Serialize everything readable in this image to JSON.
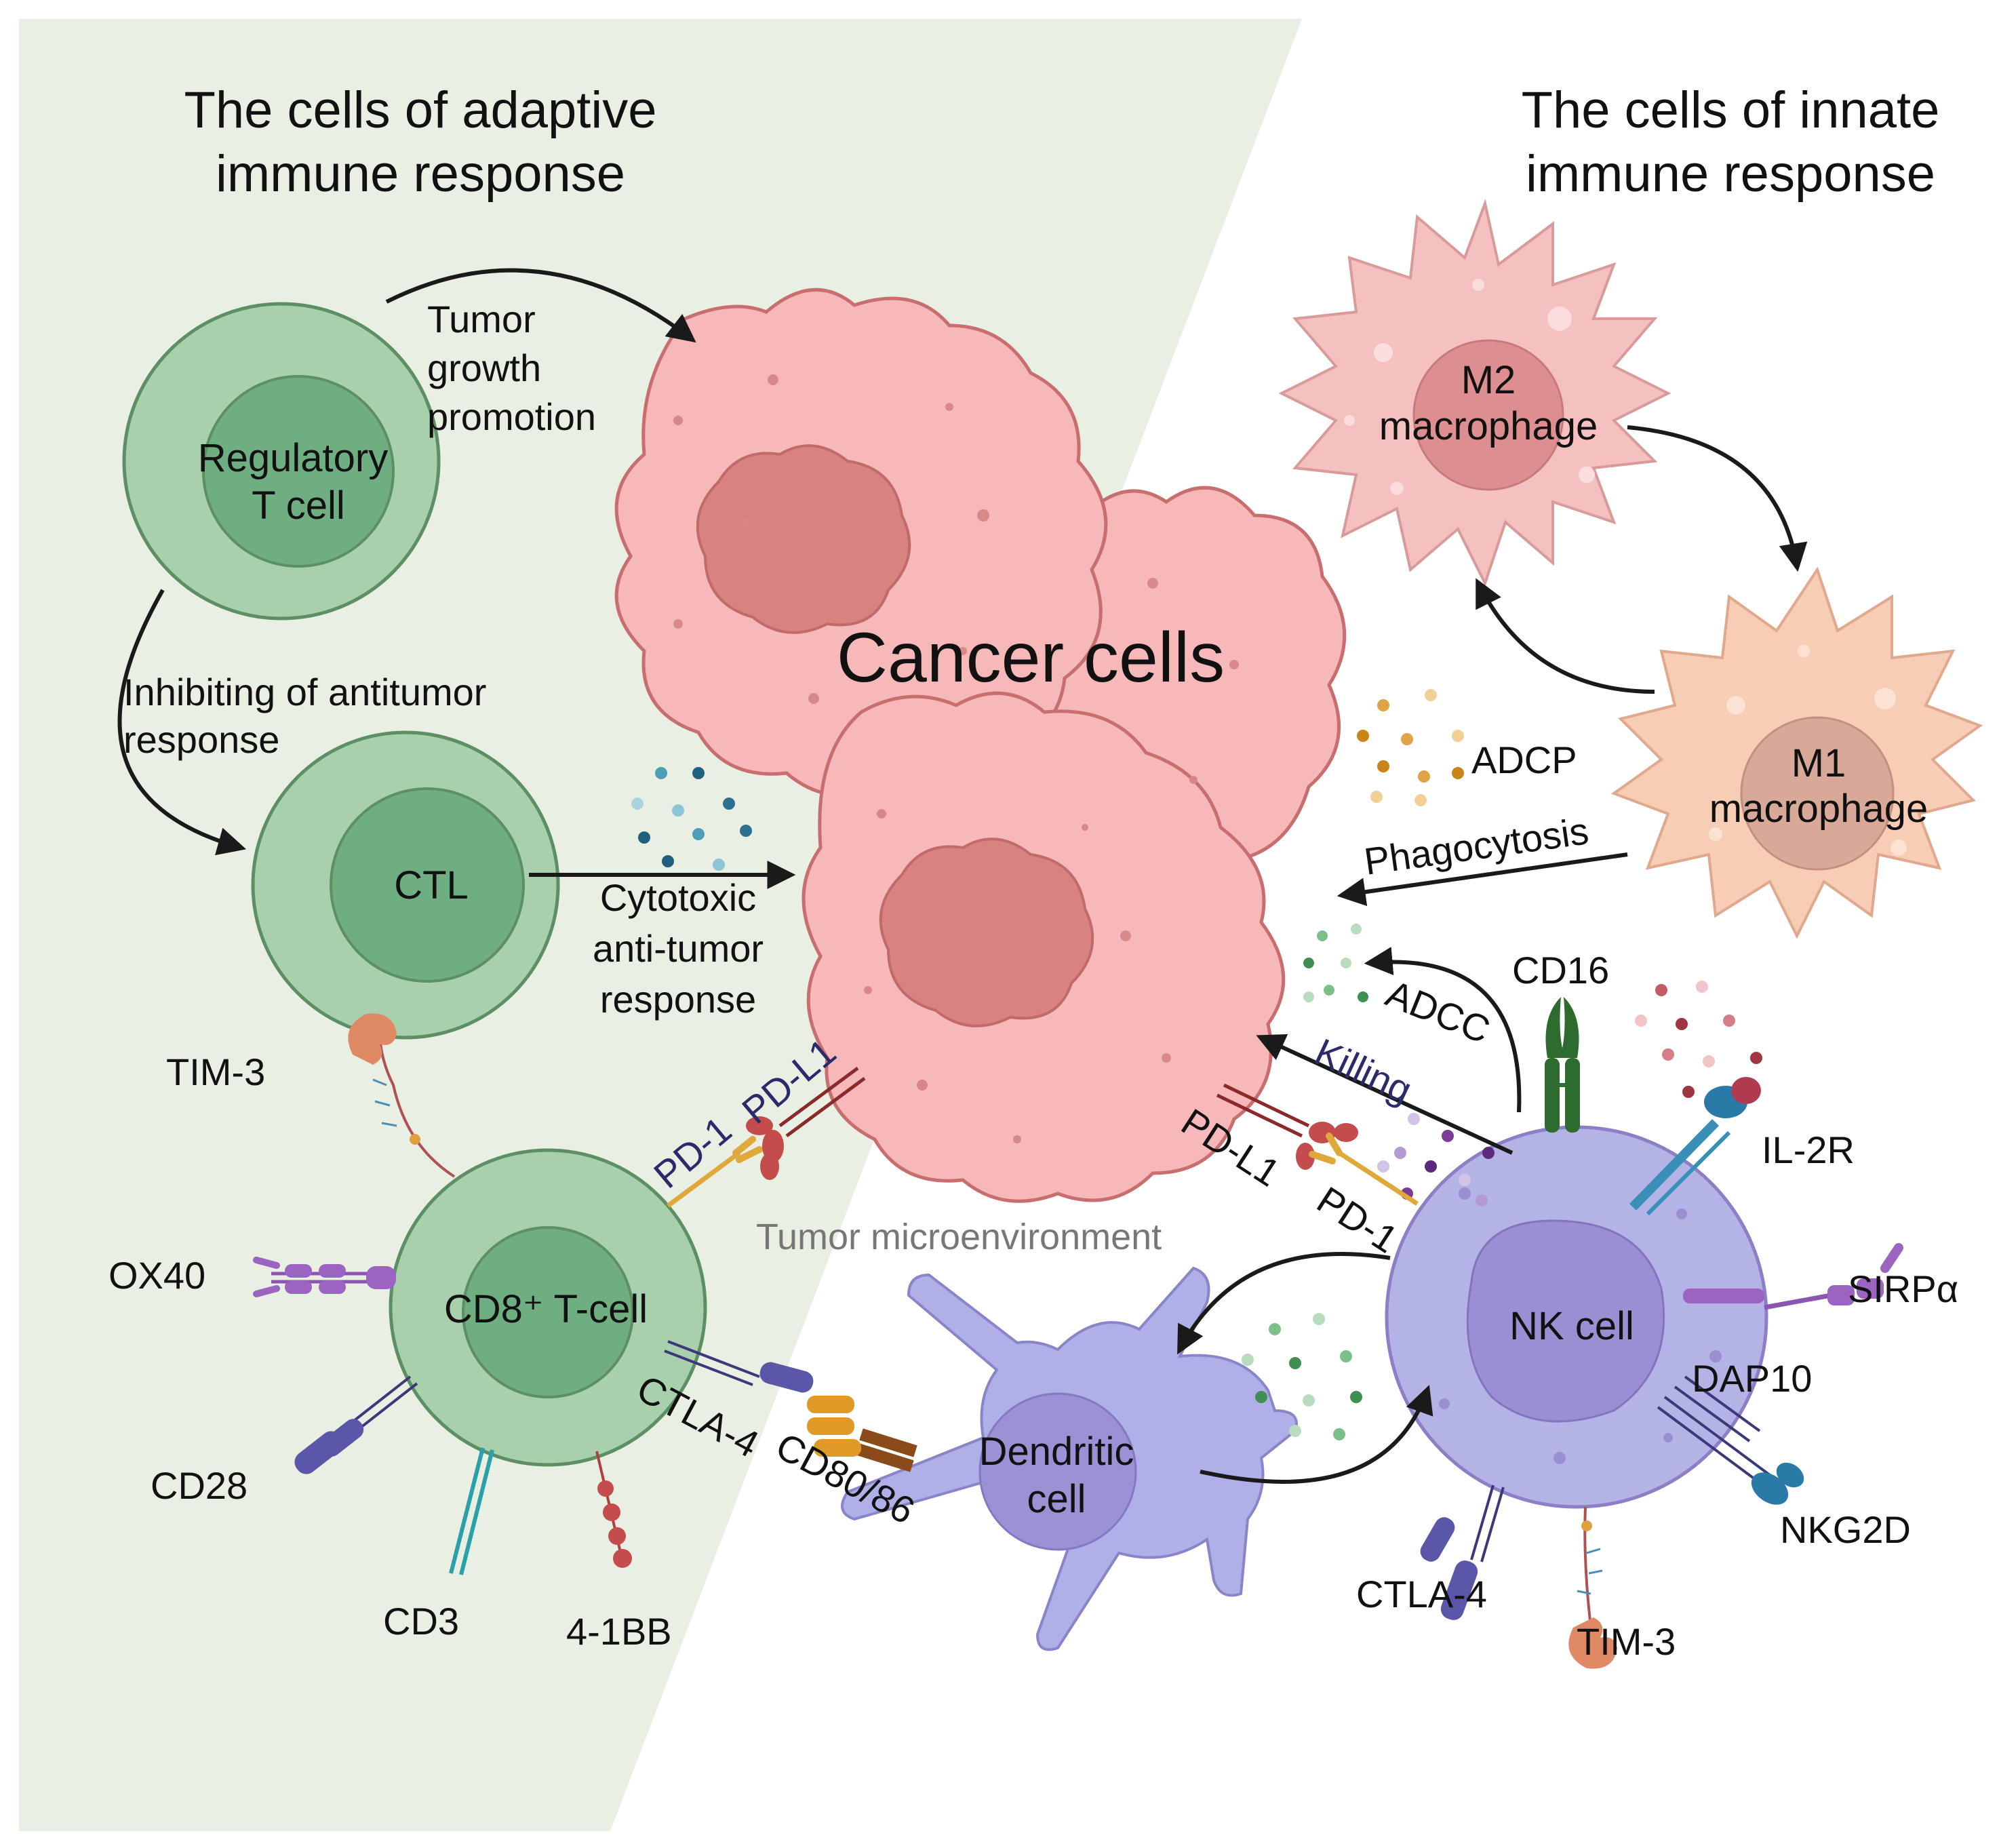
{
  "headings": {
    "adaptive": [
      "The cells of adaptive",
      "immune response"
    ],
    "innate": [
      "The cells of innate",
      "immune response"
    ]
  },
  "cells": {
    "treg": [
      "Regulatory",
      "T cell"
    ],
    "ctl": "CTL",
    "cd8": "CD8⁺ T-cell",
    "cancer": "Cancer cells",
    "m2": [
      "M2",
      "macrophage"
    ],
    "m1": [
      "M1",
      "macrophage"
    ],
    "nk": "NK cell",
    "dendritic": [
      "Dendritic",
      "cell"
    ]
  },
  "processes": {
    "tumor_growth": [
      "Tumor",
      "growth",
      "promotion"
    ],
    "inhibiting": [
      "Inhibiting of antitumor",
      "response"
    ],
    "cytotoxic": [
      "Cytotoxic",
      "anti-tumor",
      "response"
    ],
    "adcp": "ADCP",
    "phagocytosis": "Phagocytosis",
    "adcc": "ADCC",
    "killing": "Killing",
    "tme": "Tumor microenvironment"
  },
  "receptors": {
    "tim3_left": "TIM-3",
    "ox40": "OX40",
    "cd28": "CD28",
    "cd3": "CD3",
    "bb41": "4-1BB",
    "pd1_left": "PD-1",
    "pdl1_left": "PD-L1",
    "ctla4_left": "CTLA-4",
    "cd8086": "CD80/86",
    "pdl1_right": "PD-L1",
    "pd1_right": "PD-1",
    "cd16": "CD16",
    "il2r": "IL-2R",
    "sirpa": "SIRPα",
    "dap10": "DAP10",
    "nkg2d": "NKG2D",
    "ctla4_right": "CTLA-4",
    "tim3_right": "TIM-3"
  },
  "colors": {
    "adaptive_bg": "#e9efe3",
    "tcell_outer": "#a8d0ad",
    "tcell_inner": "#6fae81",
    "tcell_stroke": "#5c8f63",
    "cancer_fill": "#f6b8b8",
    "cancer_nucleus": "#d98282",
    "cancer_stroke": "#c96e6e",
    "m2_fill": "#f5c1c0",
    "m1_fill": "#f7cdb6",
    "nk_fill": "#b3b3e6",
    "nk_nucleus": "#9b8fd4",
    "dendritic_fill": "#b0b0e8"
  }
}
